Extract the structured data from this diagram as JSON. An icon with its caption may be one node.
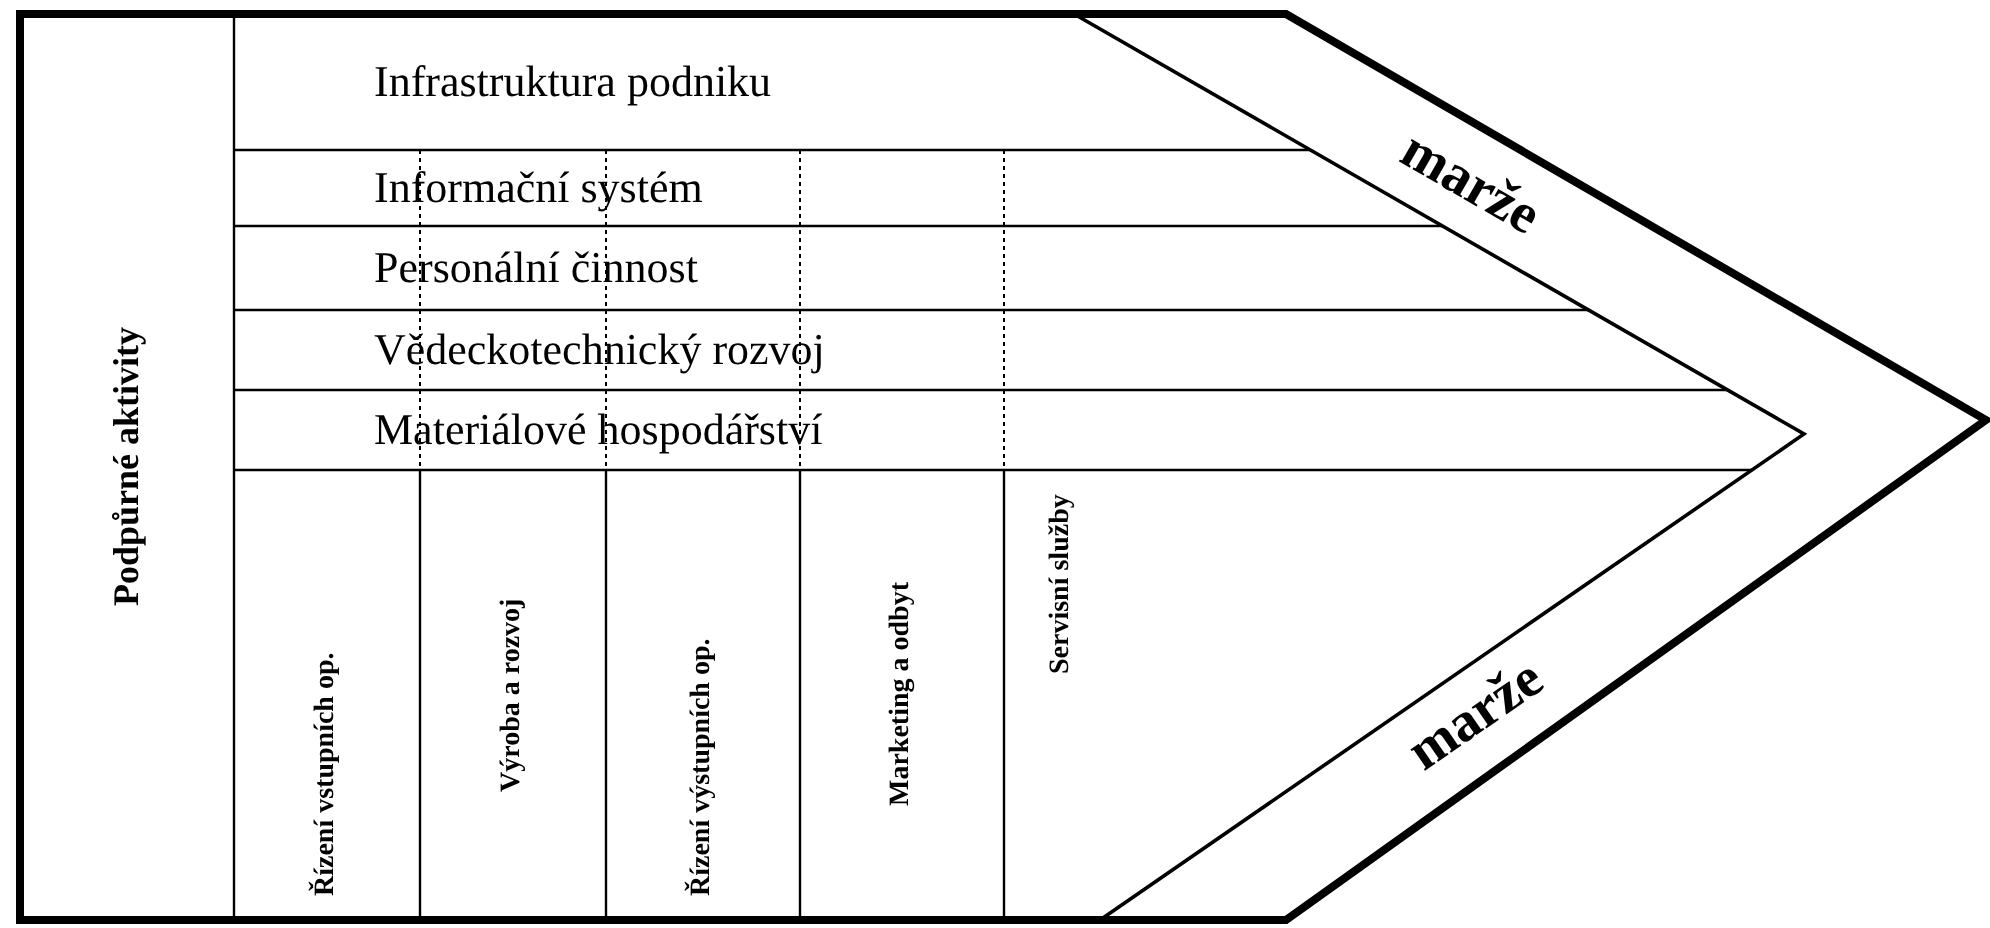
{
  "diagram": {
    "nodes": [
      {
        "text": [
          "Podpůrné aktivity"
        ]
      },
      {
        "text": [
          "Infrastruktura podniku"
        ]
      },
      {
        "text": [
          "Informační systém"
        ]
      },
      {
        "text": [
          "Personální činnost"
        ]
      },
      {
        "text": [
          "Vědeckotechnický rozvoj"
        ]
      },
      {
        "text": [
          "Materiálové hospodářství"
        ]
      },
      {
        "text": [
          "Řízení vstupních op."
        ]
      },
      {
        "text": [
          "Výroba a rozvoj"
        ]
      },
      {
        "text": [
          "Řízení výstupních op."
        ]
      },
      {
        "text": [
          "Marketing a odbyt"
        ]
      },
      {
        "text": [
          "Servisní služby"
        ]
      },
      {
        "text": [
          "marže",
          "marže"
        ]
      }
    ],
    "edges": []
  }
}
